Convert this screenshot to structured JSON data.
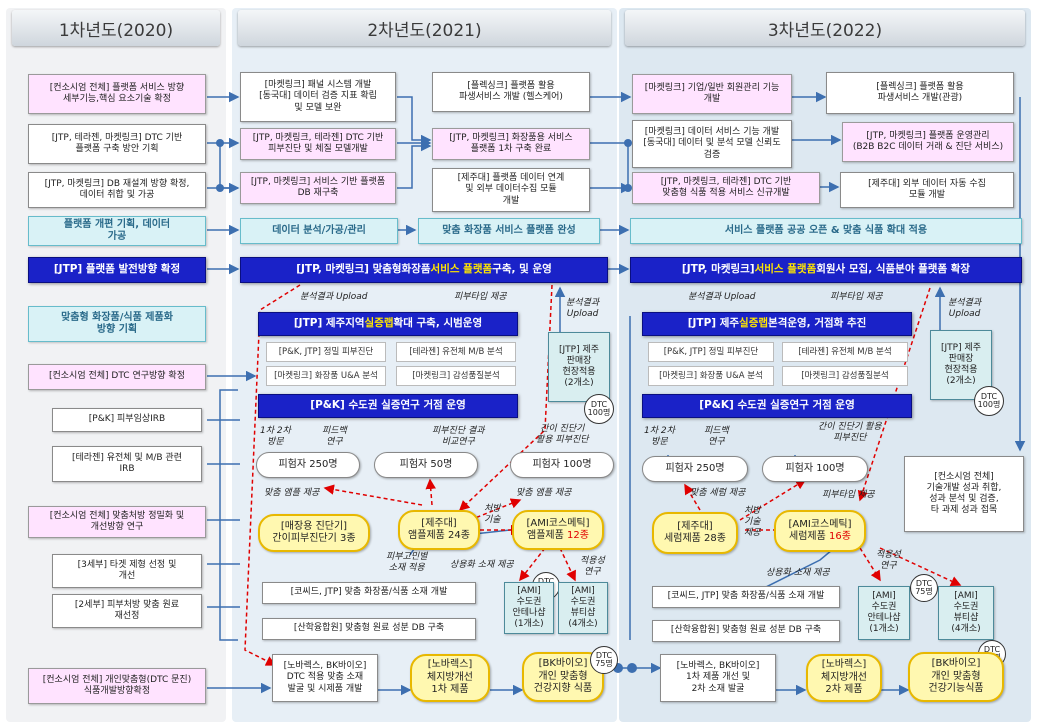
{
  "headers": {
    "y2020": "1차년도(2020)",
    "y2021": "2차년도(2021)",
    "y2022": "3차년도(2022)"
  },
  "col1": {
    "b1": "[컨소시엄 전체] 플랫폼 서비스 방향\n세부기능,핵심 요소기술 확정",
    "b2": "[JTP, 테라젠, 마켓링크] DTC 기반\n플랫폼 구축 방안 기획",
    "b3": "[JTP, 마켓링크] DB 재설계 방향 확정,\n데이터 취합 및 가공",
    "b4": "플랫폼 개편 기획, 데이터\n가공",
    "b5": "[JTP] 플랫폼 발전방향 확정",
    "b6": "맞춤형 화장품/식품 제품화\n방향 기획",
    "b7": "[컨소시엄 전체] DTC 연구방향 확정",
    "b8": "[P&K] 피부임상IRB",
    "b9": "[테라젠] 유전체 및 M/B 관련\nIRB",
    "b10": "[컨소시엄 전체] 맞춤처방 정밀화 및\n개선방향 연구",
    "b11": "[3세부] 타겟 제형 선정 및\n개선",
    "b12": "[2세부] 피부처방 맞춤 원료\n재선정",
    "b13": "[컨소시엄 전체] 개인맞춤형(DTC 문진)\n식품개발방향확정"
  },
  "col2": {
    "a1": "[마켓링크] 패널 시스템 개발\n[동국대] 데이터 검증 지표 확립\n및 모델 보완",
    "a2": "[JTP, 마켓링크, 테라젠] DTC 기반\n피부진단 및 체질 모델개발",
    "a3": "[JTP, 마켓링크] 서비스 기반 플랫폼\nDB 재구축",
    "a4": "[플렉싱크] 플랫폼 활용\n파생서비스 개발 (헬스케어)",
    "a5": "[JTP, 마켓링크] 화장품용 서비스\n플랫폼 1차 구축 완료",
    "a6": "[제주대] 플랫폼 데이터 연계\n및 외부 데이터수집 모듈\n개발",
    "a7": "데이터 분석/가공/관리",
    "a8": "맞춤 화장품 서비스 플랫폼 완성",
    "a9a": "[JTP, 마켓링크] 맞춤형화장품 ",
    "a9b": "서비스 플랫폼",
    "a9c": " 구축, 및 운영",
    "lab1": "분석결과 Upload",
    "lab2": "피부타입 제공",
    "a10a": "[JTP] 제주지역 ",
    "a10b": "실증랩",
    "a10c": " 확대 구축, 시범운영",
    "s1": "[P&K, JTP] 정밀 피부진단",
    "s2": "[테라젠] 유전체 M/B 분석",
    "s3": "[마켓링크] 화장품 U&A 분석",
    "s4": "[마켓링크] 감성품질분석",
    "a11": "[P&K] 수도권 실증연구 거점 운영",
    "a12": "[JTP] 제주\n판매장\n현장적용\n(2개소)",
    "lab3": "분석결과\nUpload",
    "c1": "DTC\n100명",
    "lab4": "1차 2차\n방문",
    "lab5": "피드백\n연구",
    "lab6": "피부진단 결과\n비교연구",
    "lab7": "간이 진단기\n활용 피부진단",
    "p1": "피험자 250명",
    "p2": "피험자 50명",
    "p3": "피험자 100명",
    "lab8": "맞춤 앰플 제공",
    "lab9": "맞춤 앰플 제공",
    "y1": "[매장용 진단기]\n간이피부진단기 3종",
    "y2": "[제주대]\n앰플제품 24종",
    "lab10": "처방\n기술",
    "y3a": "[AMI코스메틱]\n앰플제품 ",
    "y3b": "12종",
    "lab11": "피부고민별\n소재 적용",
    "lab12": "상용화 소재 제공",
    "lab13": "적용성\n연구",
    "c2": "DTC\n75명",
    "a13": "[코씨드, JTP] 맞춤 화장품/식품 소재 개발",
    "a14": "[AMI]\n수도권\n안테나샵\n(1개소)",
    "a15": "[AMI]\n수도권\n뷰티샵\n(4개소)",
    "a16": "[산학융합원] 맞춤형 원료 성분 DB 구축",
    "a17": "[노바렉스, BK바이오]\nDTC 적용 맞춤 소재\n발굴 및 시제품 개발",
    "y4": "[노바렉스]\n체지방개선\n1차 제품",
    "y5": "[BK바이오]\n개인 맞춤형\n건강지향 식품",
    "c3": "DTC\n75명"
  },
  "col3": {
    "d1": "[마켓링크] 기업/일반 회원관리 기능\n개발",
    "d2": "[플렉싱크] 플랫폼 활용\n파생서비스 개발(관광)",
    "d3": "[마켓링크] 데이터 서비스 기능 개발\n[동국대] 데이터 및 분석 모델 신뢰도\n검증",
    "d4": "[JTP, 마켓링크] 플랫폼 운영관리\n(B2B B2C 데이터 거래 & 진단 서비스)",
    "d5": "[JTP, 마켓링크, 테라젠] DTC 기반\n맞춤형 식품 적용 서비스 신규개발",
    "d6": "[제주대] 외부 데이터 자동 수집\n모듈 개발",
    "d7": "서비스 플랫폼 공공 오픈 & 맞춤 식품 확대 적용",
    "d8a": "[JTP, 마켓링크] ",
    "d8b": "서비스 플랫폼",
    "d8c": " 회원사 모집, 식품분야 플랫폼 확장",
    "lab1": "분석결과 Upload",
    "lab2": "피부타입 제공",
    "d9a": "[JTP] 제주 ",
    "d9b": "실증랩",
    "d9c": " 본격운영, 거점화 추진",
    "s1": "[P&K, JTP] 정밀 피부진단",
    "s2": "[테라젠] 유전체 M/B 분석",
    "s3": "[마켓링크] 화장품 U&A 분석",
    "s4": "[마켓링크] 감성품질분석",
    "d10": "[P&K] 수도권 실증연구 거점 운영",
    "d11": "[JTP] 제주\n판매장\n현장적용\n(2개소)",
    "lab3": "분석결과\nUpload",
    "c1": "DTC\n100명",
    "lab4": "1차 2차\n방문",
    "lab5": "피드백\n연구",
    "lab6": "간이 진단기 활용\n피부진단",
    "p1": "피험자 250명",
    "p2": "피험자 100명",
    "d12": "[컨소시엄 전체]\n기술개발 성과 취합,\n성과 분석 및 검증,\n타 과제 성과 접목",
    "lab7": "맞춤 세럼 제공",
    "lab8": "피부타입 제공",
    "y1": "[제주대]\n세럼제품 28종",
    "lab9": "처방\n기술\n제공",
    "y2a": "[AMI코스메틱]\n세럼제품 ",
    "y2b": "16종",
    "lab10": "상용화 소재 제공",
    "lab11": "적용성\n연구",
    "c2": "DTC\n75명",
    "d13": "[코씨드, JTP] 맞춤 화장품/식품 소재 개발",
    "d14": "[AMI]\n수도권\n안테나샵\n(1개소)",
    "d15": "[AMI]\n수도권\n뷰티샵\n(4개소)",
    "d16": "[산학융합원] 맞춤형 원료 성분 DB 구축",
    "c3": "DTC\n75명",
    "d17": "[노바렉스, BK바이오]\n1차 제품 개선 및\n2차 소재 발굴",
    "y3": "[노바렉스]\n체지방개선\n2차 제품",
    "y4": "[BK바이오]\n개인 맞춤형\n건강기능식품"
  }
}
